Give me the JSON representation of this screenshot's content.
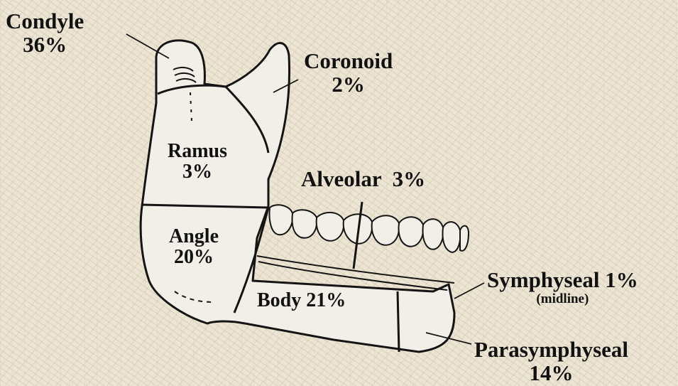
{
  "diagram": {
    "regions": {
      "condyle": {
        "name": "Condyle",
        "percent": "36%"
      },
      "coronoid": {
        "name": "Coronoid",
        "percent": "2%"
      },
      "ramus": {
        "name": "Ramus",
        "percent": "3%"
      },
      "alveolar": {
        "label": "Alveolar  3%"
      },
      "angle": {
        "name": "Angle",
        "percent": "20%"
      },
      "body": {
        "label": "Body 21%"
      },
      "symphyseal": {
        "label": "Symphyseal 1%",
        "note": "(midline)"
      },
      "parasymphyseal": {
        "name": "Parasymphyseal",
        "percent": "14%"
      }
    }
  },
  "colors": {
    "bone_fill": "#f1efe8",
    "outline": "#141414",
    "background": "#ece5d3"
  }
}
